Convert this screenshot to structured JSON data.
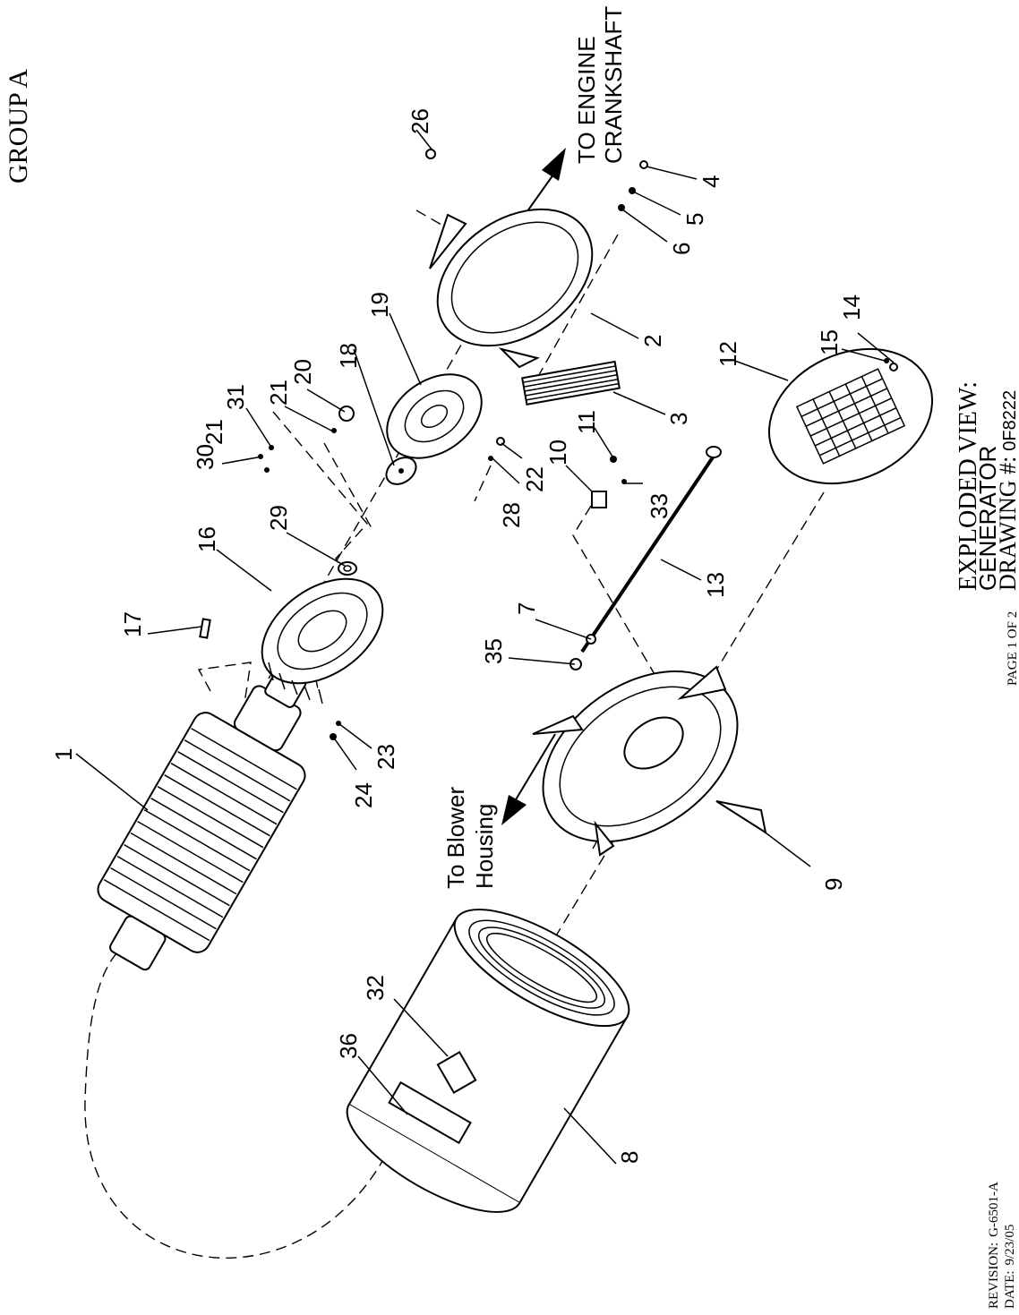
{
  "header": {
    "group": "GROUP  A",
    "view_title": "EXPLODED VIEW:",
    "view_subject": "GENERATOR",
    "drawing_label": "DRAWING #:",
    "drawing_number": "0F8222"
  },
  "footer": {
    "page": "PAGE 1 OF 2",
    "revision_label": "REVISION:",
    "revision": "G-6501-A",
    "date_label": "DATE:",
    "date": "9/23/05"
  },
  "annotations": {
    "to_engine_line1": "TO ENGINE",
    "to_engine_line2": "CRANKSHAFT",
    "to_blower_line1": "To Blower",
    "to_blower_line2": "Housing"
  },
  "callouts": [
    {
      "id": "callout-1",
      "text": "1"
    },
    {
      "id": "callout-2",
      "text": "2"
    },
    {
      "id": "callout-3",
      "text": "3"
    },
    {
      "id": "callout-4",
      "text": "4"
    },
    {
      "id": "callout-5",
      "text": "5"
    },
    {
      "id": "callout-6",
      "text": "6"
    },
    {
      "id": "callout-7",
      "text": "7"
    },
    {
      "id": "callout-8",
      "text": "8"
    },
    {
      "id": "callout-9",
      "text": "9"
    },
    {
      "id": "callout-10",
      "text": "10"
    },
    {
      "id": "callout-11",
      "text": "11"
    },
    {
      "id": "callout-12",
      "text": "12"
    },
    {
      "id": "callout-13",
      "text": "13"
    },
    {
      "id": "callout-14",
      "text": "14"
    },
    {
      "id": "callout-15",
      "text": "15"
    },
    {
      "id": "callout-16",
      "text": "16"
    },
    {
      "id": "callout-17",
      "text": "17"
    },
    {
      "id": "callout-18",
      "text": "18"
    },
    {
      "id": "callout-19",
      "text": "19"
    },
    {
      "id": "callout-20",
      "text": "20"
    },
    {
      "id": "callout-21a",
      "text": "21"
    },
    {
      "id": "callout-21b",
      "text": "21"
    },
    {
      "id": "callout-22",
      "text": "22"
    },
    {
      "id": "callout-23",
      "text": "23"
    },
    {
      "id": "callout-24",
      "text": "24"
    },
    {
      "id": "callout-26",
      "text": "26"
    },
    {
      "id": "callout-28",
      "text": "28"
    },
    {
      "id": "callout-29",
      "text": "29"
    },
    {
      "id": "callout-30",
      "text": "30"
    },
    {
      "id": "callout-31",
      "text": "31"
    },
    {
      "id": "callout-32",
      "text": "32"
    },
    {
      "id": "callout-33",
      "text": "33"
    },
    {
      "id": "callout-35",
      "text": "35"
    },
    {
      "id": "callout-36",
      "text": "36"
    }
  ]
}
